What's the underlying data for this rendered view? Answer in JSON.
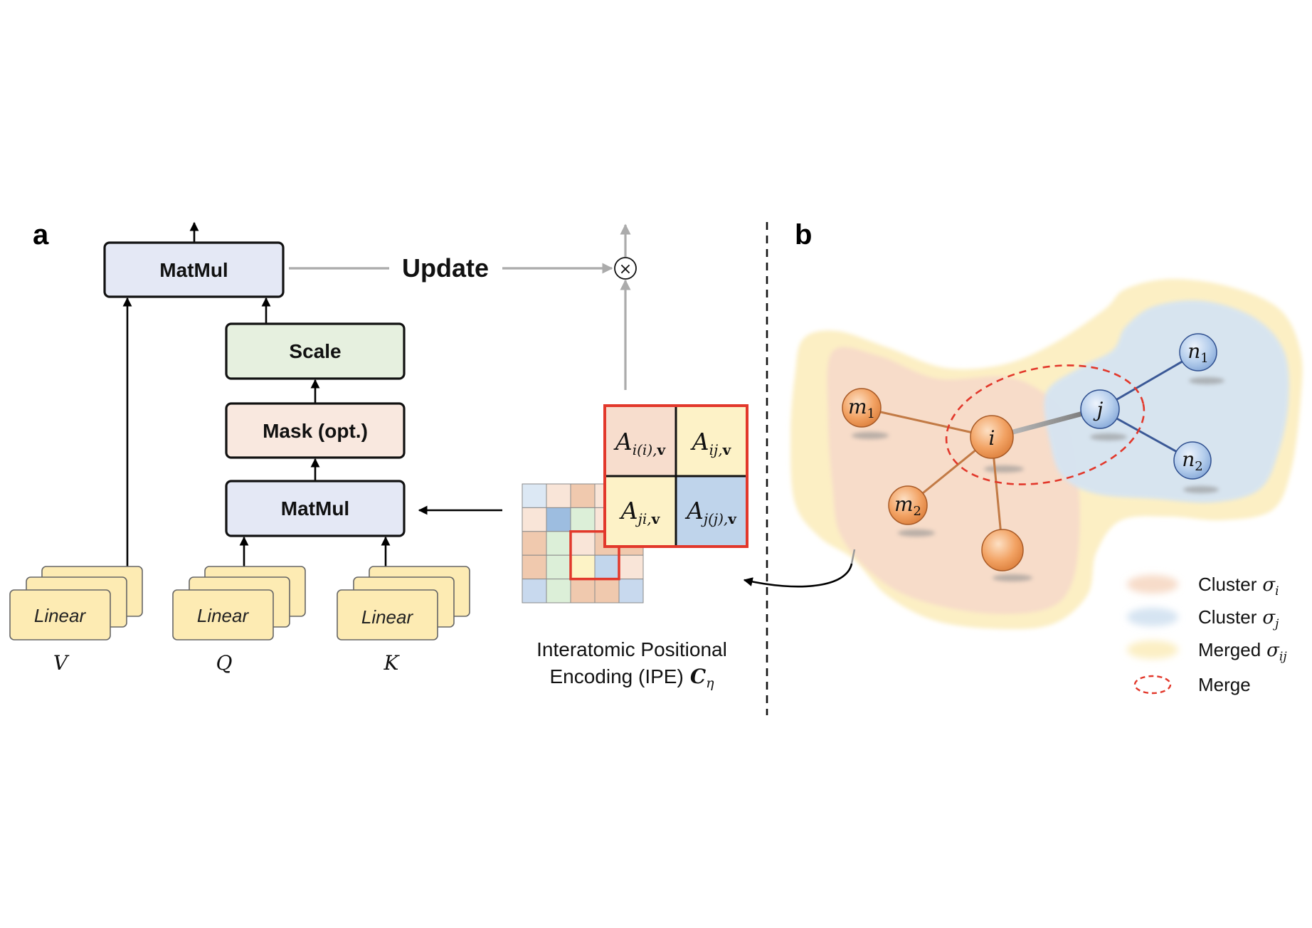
{
  "figure": {
    "panel_a": {
      "label": "a",
      "matmul_top": "MatMul",
      "update": "Update",
      "multiply": "×",
      "scale": "Scale",
      "mask": "Mask (opt.)",
      "matmul_bottom": "MatMul",
      "linear_v": "Linear",
      "linear_q": "Linear",
      "linear_k": "Linear",
      "input_v": "V",
      "input_q": "Q",
      "input_k": "K",
      "ipe_matrix": {
        "cells": [
          {
            "main": "A",
            "sub": "i(i),",
            "sub_bold": "v"
          },
          {
            "main": "A",
            "sub": "ij,",
            "sub_bold": "v"
          },
          {
            "main": "A",
            "sub": "ji,",
            "sub_bold": "v"
          },
          {
            "main": "A",
            "sub": "j(j),",
            "sub_bold": "v"
          }
        ],
        "cell_colors": [
          "#f7ddcd",
          "#fdf2c7",
          "#fdf2c7",
          "#bfd4eb"
        ],
        "grid_colors": [
          [
            "#dce8f4",
            "#f9e5d8",
            "#f0c9ae",
            "#f9e5d8",
            "#f0c9ae"
          ],
          [
            "#f9e5d8",
            "#9dbde0",
            "#dcefd8",
            "#f9e5d8",
            "#f9e5d8"
          ],
          [
            "#f0c9ae",
            "#dcefd8",
            "#f9e5d8",
            "#f0c9ae",
            "#f0c9ae"
          ],
          [
            "#f0c9ae",
            "#dcefd8",
            "#fdf3c6",
            "#c2d6ec",
            "#f9e5d8"
          ],
          [
            "#c8d9ee",
            "#dcefd8",
            "#f0c9ae",
            "#f0c9ae",
            "#c8d9ee"
          ]
        ]
      },
      "ipe_caption": {
        "line1": "Interatomic Positional",
        "line2": "Encoding (IPE)",
        "symbol": "C",
        "symbol_sub": "η"
      }
    },
    "panel_b": {
      "label": "b",
      "nodes": {
        "m1": {
          "main": "m",
          "sub": "1"
        },
        "m2": {
          "main": "m",
          "sub": "2"
        },
        "i": {
          "main": "i"
        },
        "j": {
          "main": "j"
        },
        "n1": {
          "main": "n",
          "sub": "1"
        },
        "n2": {
          "main": "n",
          "sub": "2"
        }
      },
      "legend": [
        {
          "text": "Cluster",
          "symbol": "σ",
          "sub": "i"
        },
        {
          "text": "Cluster",
          "symbol": "σ",
          "sub": "j"
        },
        {
          "text": "Merged",
          "symbol": "σ",
          "sub": "ij"
        },
        {
          "text": "Merge"
        }
      ]
    }
  },
  "colors": {
    "matmul": "#e4e8f5",
    "scale": "#e6f0df",
    "mask": "#f9e8df",
    "linear_card": "#fdebb3",
    "highlight_red": "#e2382b",
    "cluster_i": "#f7dcc9",
    "cluster_j": "#d6e4f2",
    "merged": "#fcefc4",
    "edge_orange": "#c27a45",
    "edge_blue": "#3a5896",
    "edge_ij": "#8c8c8c"
  }
}
